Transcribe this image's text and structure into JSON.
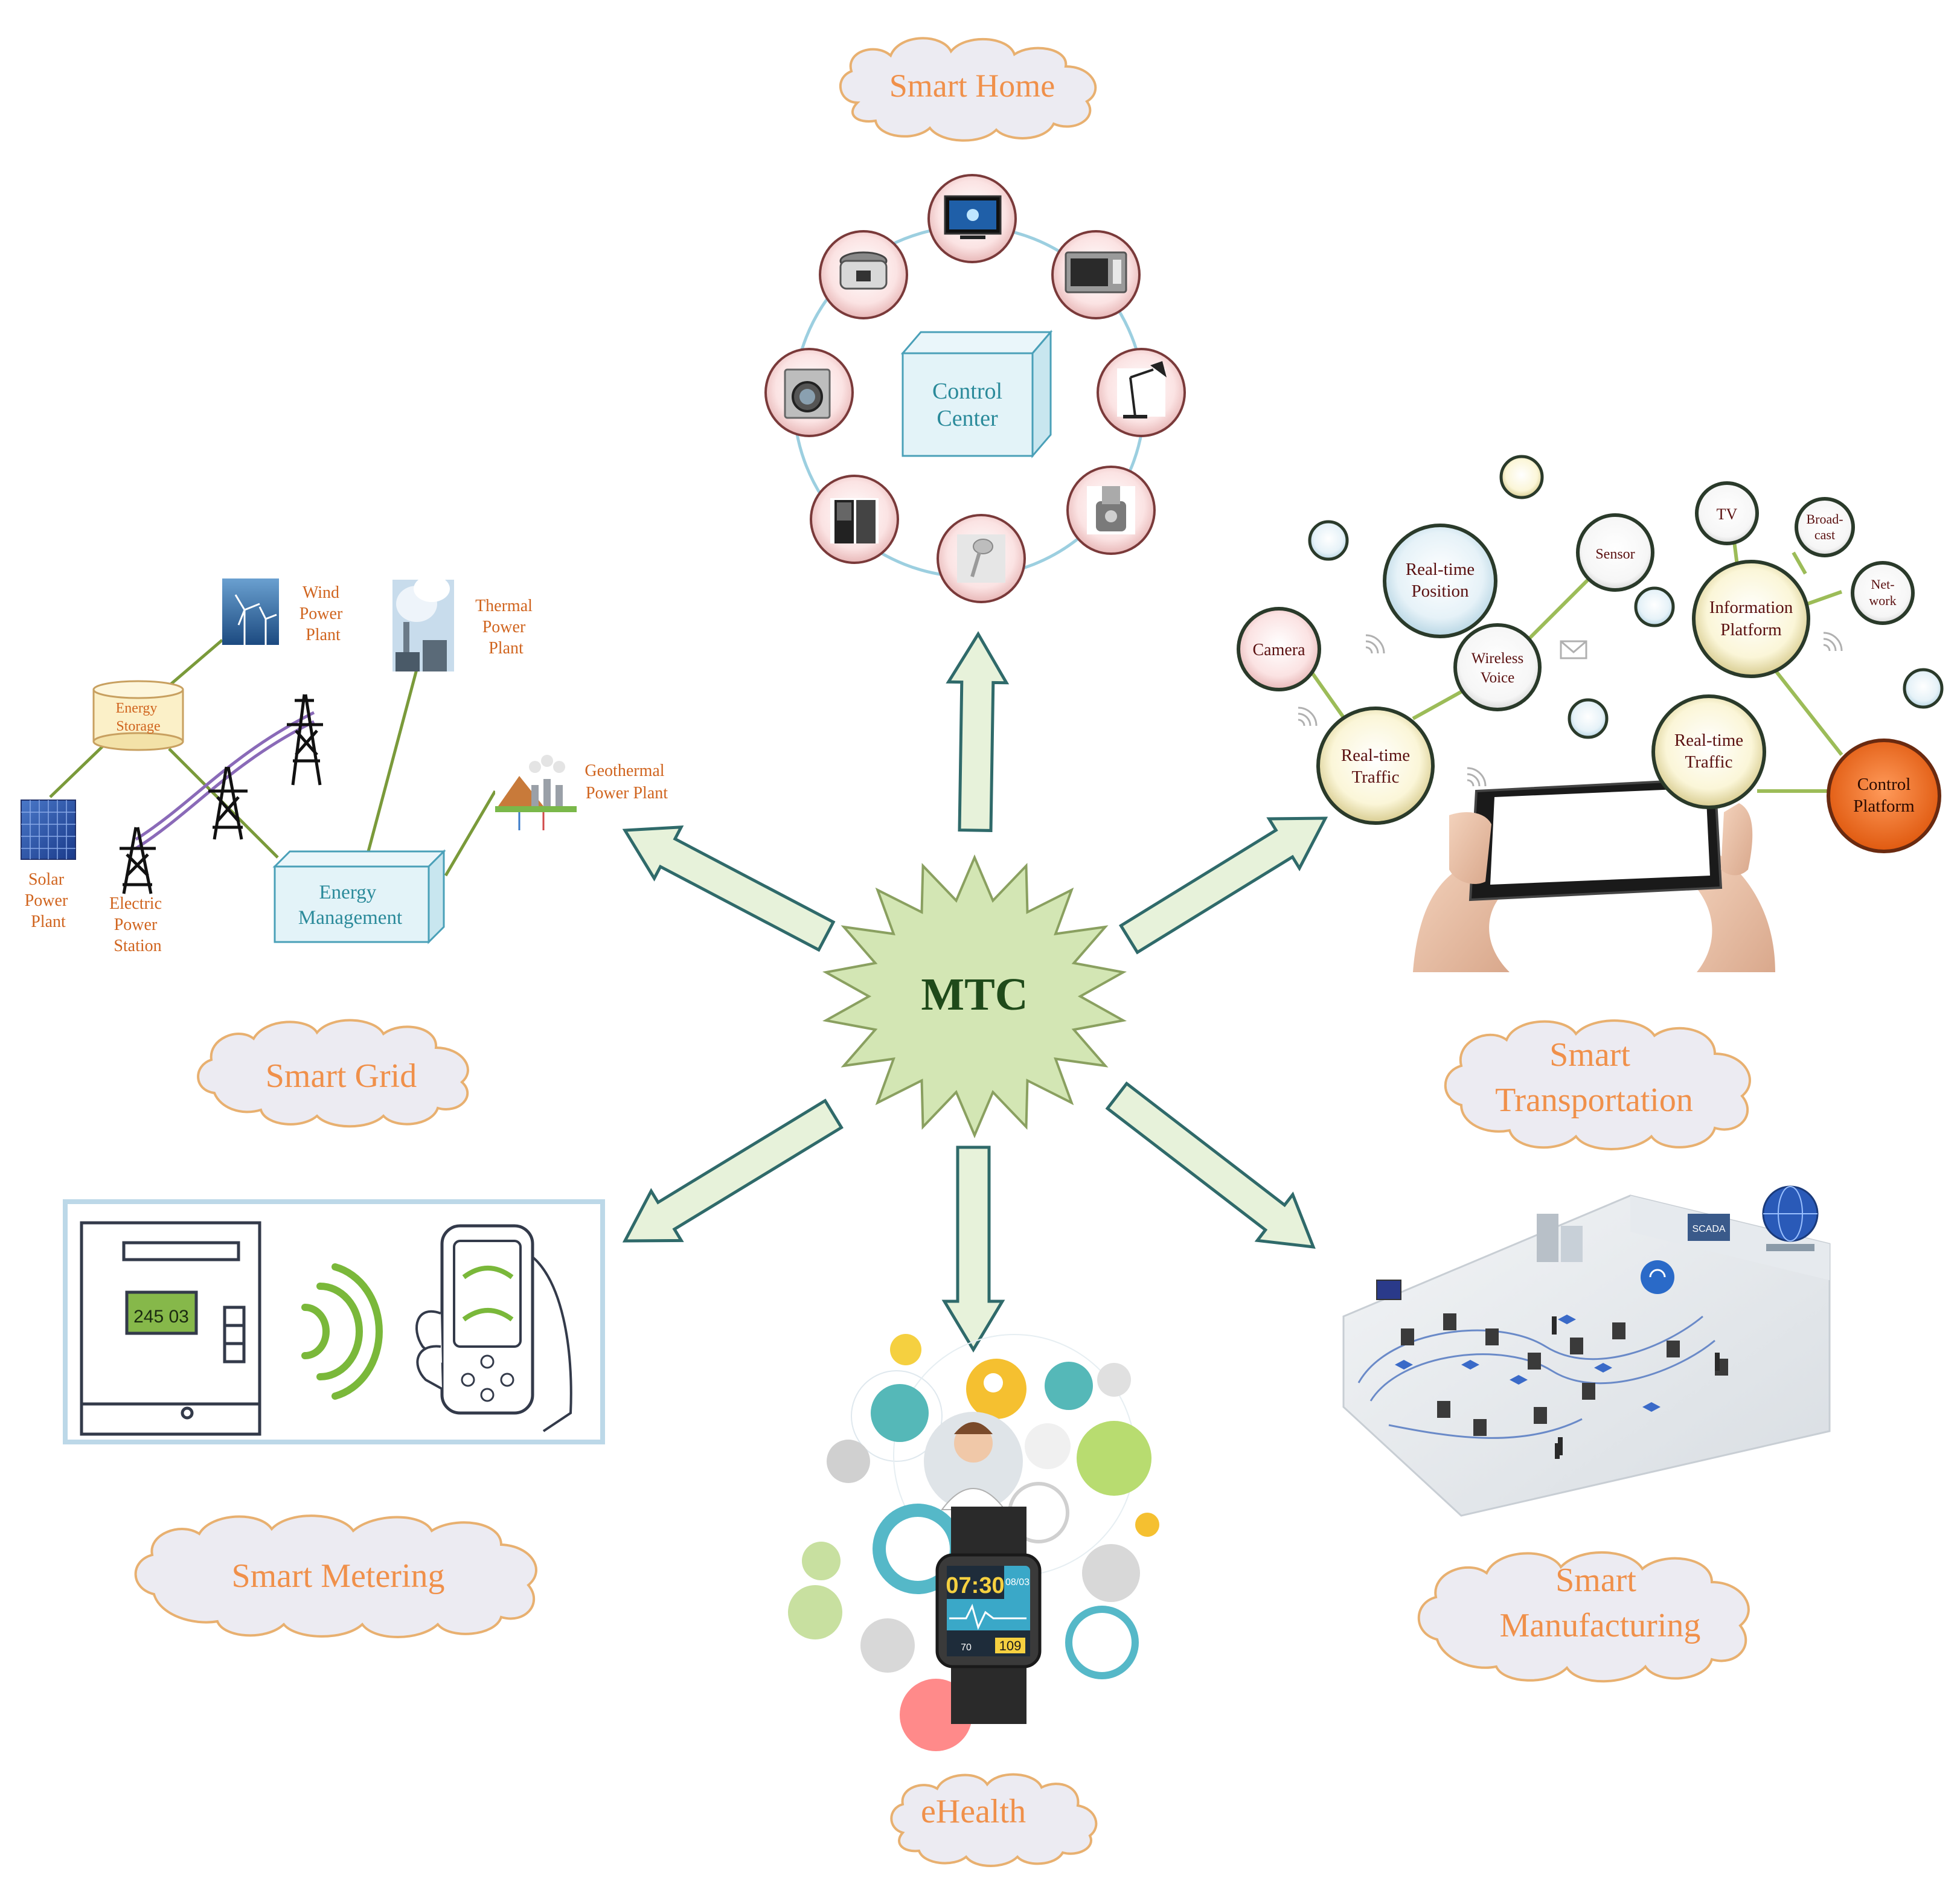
{
  "center": {
    "label": "MTC"
  },
  "sections": {
    "smart_home": {
      "title": "Smart Home",
      "control_center": [
        "Control",
        "Center"
      ],
      "devices": [
        "tv-icon",
        "microwave-icon",
        "lamp-icon",
        "juicer-icon",
        "shower-icon",
        "refrigerator-icon",
        "washing-machine-icon",
        "rice-cooker-icon"
      ]
    },
    "smart_grid": {
      "title": "Smart Grid",
      "wind": [
        "Wind",
        "Power",
        "Plant"
      ],
      "thermal": [
        "Thermal",
        "Power",
        "Plant"
      ],
      "geothermal": [
        "Geothermal",
        "Power Plant"
      ],
      "storage": [
        "Energy",
        "Storage"
      ],
      "solar": [
        "Solar",
        "Power",
        "Plant"
      ],
      "electric": [
        "Electric",
        "Power",
        "Station"
      ],
      "management": [
        "Energy",
        "Management"
      ]
    },
    "smart_transportation": {
      "title_lines": [
        "Smart",
        "Transportation"
      ],
      "nodes": {
        "realtime_position": [
          "Real-time",
          "Position"
        ],
        "sensor": [
          "Sensor"
        ],
        "tv": [
          "TV"
        ],
        "broadcast": [
          "Broad-",
          "cast"
        ],
        "network": [
          "Net-",
          "work"
        ],
        "info_platform": [
          "Information",
          "Platform"
        ],
        "camera": [
          "Camera"
        ],
        "wireless_voice": [
          "Wireless",
          "Voice"
        ],
        "realtime_traffic_left": [
          "Real-time",
          "Traffic"
        ],
        "realtime_traffic_right": [
          "Real-time",
          "Traffic"
        ],
        "control_platform": [
          "Control",
          "Platform"
        ]
      }
    },
    "smart_metering": {
      "title": "Smart Metering",
      "meter_reading": "245 03"
    },
    "ehealth": {
      "title": "eHealth",
      "watch_time": "07:30",
      "watch_date": "08/03",
      "watch_value": "109",
      "watch_small": "70"
    },
    "smart_manufacturing": {
      "title_lines": [
        "Smart",
        "Manufacturing"
      ],
      "scada_label": "SCADA"
    }
  },
  "colors": {
    "title_orange": "#f0904a",
    "cloud_fill": "#ecebf2",
    "cloud_stroke": "#e8b070",
    "star_fill": "#d3e6b4",
    "star_stroke": "#8aa060",
    "arrow_fill": "#e7f2da",
    "arrow_stroke": "#2f6a6a",
    "grid_text": "#d0641e",
    "box_text": "#2a8a9a",
    "line_green": "#7a9a3a",
    "node_dark": "#5a1010"
  }
}
